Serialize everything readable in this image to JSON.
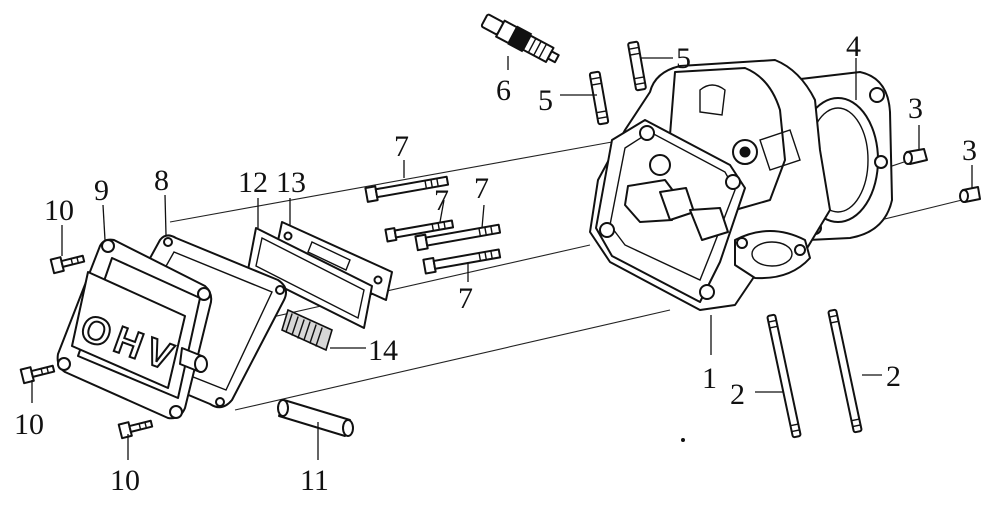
{
  "diagram": {
    "cover_marking": "OHV",
    "callouts": [
      {
        "id": "c1",
        "label": "1"
      },
      {
        "id": "c2a",
        "label": "2"
      },
      {
        "id": "c2b",
        "label": "2"
      },
      {
        "id": "c3a",
        "label": "3"
      },
      {
        "id": "c3b",
        "label": "3"
      },
      {
        "id": "c4",
        "label": "4"
      },
      {
        "id": "c5a",
        "label": "5"
      },
      {
        "id": "c5b",
        "label": "5"
      },
      {
        "id": "c6",
        "label": "6"
      },
      {
        "id": "c7a",
        "label": "7"
      },
      {
        "id": "c7b",
        "label": "7"
      },
      {
        "id": "c7c",
        "label": "7"
      },
      {
        "id": "c7d",
        "label": "7"
      },
      {
        "id": "c8",
        "label": "8"
      },
      {
        "id": "c9",
        "label": "9"
      },
      {
        "id": "c10a",
        "label": "10"
      },
      {
        "id": "c10b",
        "label": "10"
      },
      {
        "id": "c10c",
        "label": "10"
      },
      {
        "id": "c11",
        "label": "11"
      },
      {
        "id": "c12",
        "label": "12"
      },
      {
        "id": "c13",
        "label": "13"
      },
      {
        "id": "c14",
        "label": "14"
      }
    ]
  }
}
